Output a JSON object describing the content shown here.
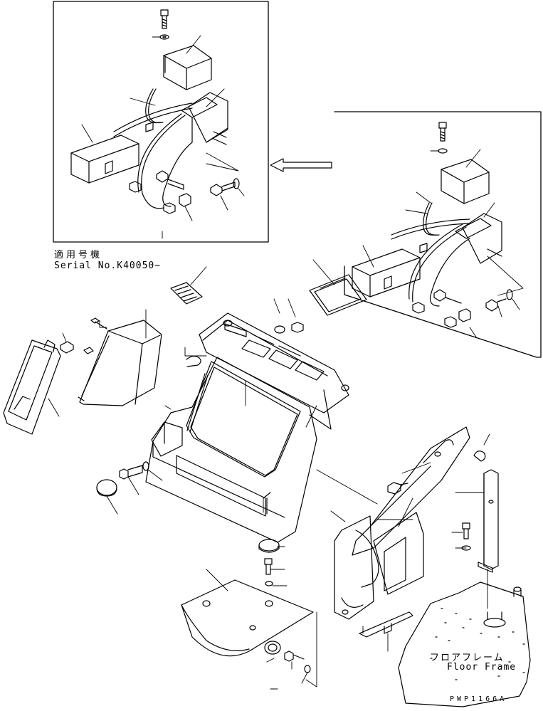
{
  "inset_note": {
    "applicable_jp": "適用号機",
    "serial": "Serial No.K40050~"
  },
  "floor_frame": {
    "label_jp": "フロアフレーム",
    "label_en": "Floor Frame"
  },
  "drawing_code": "PWP1166A"
}
